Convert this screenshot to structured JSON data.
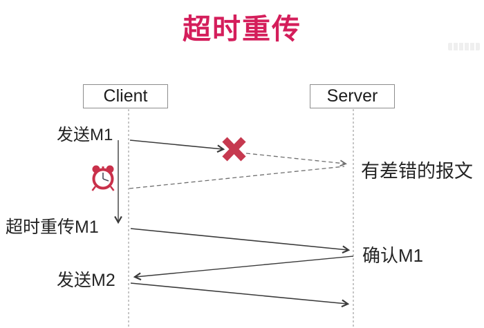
{
  "title": "超时重传",
  "colors": {
    "title": "#d41e5b",
    "cross": "#c6394f",
    "arrow": "#3a3a3a",
    "dashed": "#6e6e6e",
    "lifeline": "#a0a0a0",
    "box_border": "#8c8c8c",
    "label": "#242424",
    "clock": "#c9304a"
  },
  "actors": [
    {
      "label": "Client"
    },
    {
      "label": "Server"
    }
  ],
  "labels": {
    "send_m1": "发送M1",
    "retransmit_m1": "超时重传M1",
    "send_m2": "发送M2",
    "error_packet": "有差错的报文",
    "ack_m1": "确认M1"
  },
  "icons": {
    "alarm_clock_icon": "⏰",
    "packet_error_cross_icon": "✖"
  }
}
